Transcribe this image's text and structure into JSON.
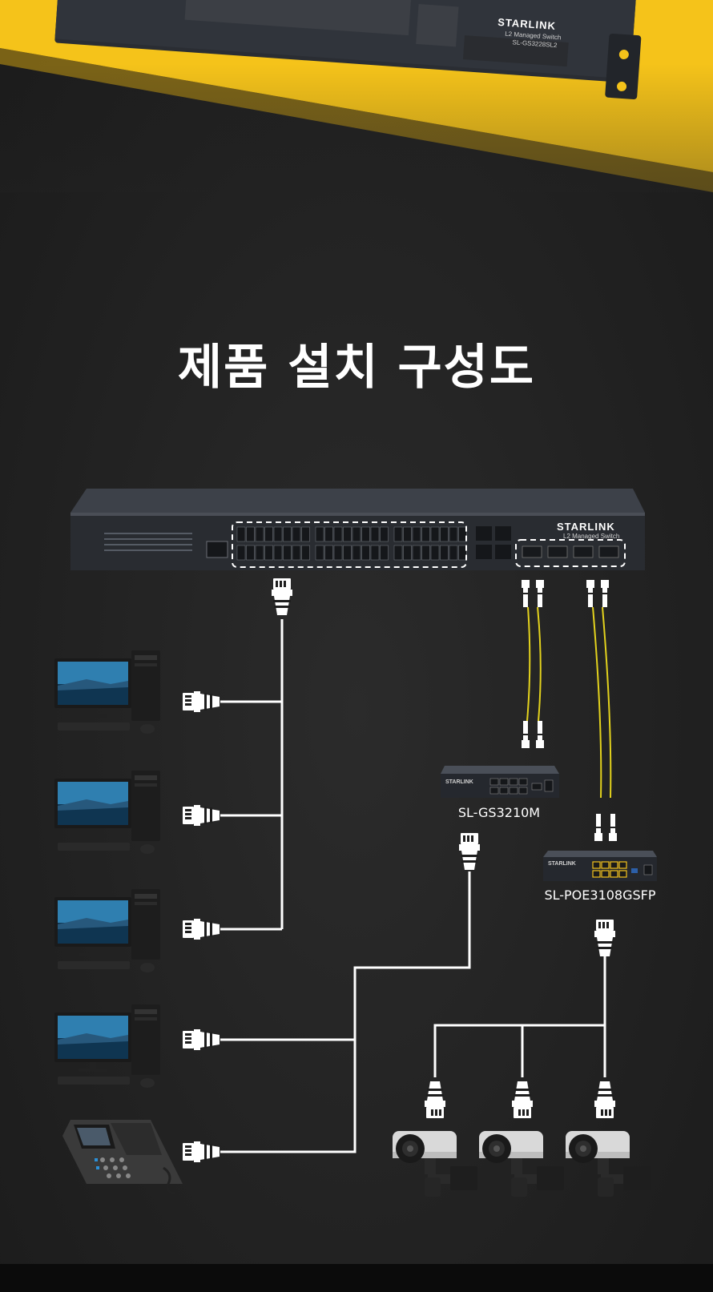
{
  "hero": {
    "brand": "STARLINK",
    "product_line": "L2 Managed Switch",
    "model": "SL-GS3228SL2"
  },
  "title": "제품 설치 구성도",
  "main_switch": {
    "brand": "STARLINK",
    "product_line": "L2 Managed Switch"
  },
  "devices": {
    "switch_a_label": "SL-GS3210M",
    "switch_a_brand": "STARLINK",
    "switch_b_label": "SL-POE3108GSFP",
    "switch_b_brand": "STARLINK"
  },
  "colors": {
    "accent_yellow": "#f5c31a",
    "fiber": "#e3d21d",
    "cable": "#ffffff",
    "background": "#222222"
  },
  "icons": [
    "network-switch",
    "desktop-pc",
    "ip-phone",
    "cctv-camera",
    "rj45-connector",
    "fiber-connector"
  ]
}
